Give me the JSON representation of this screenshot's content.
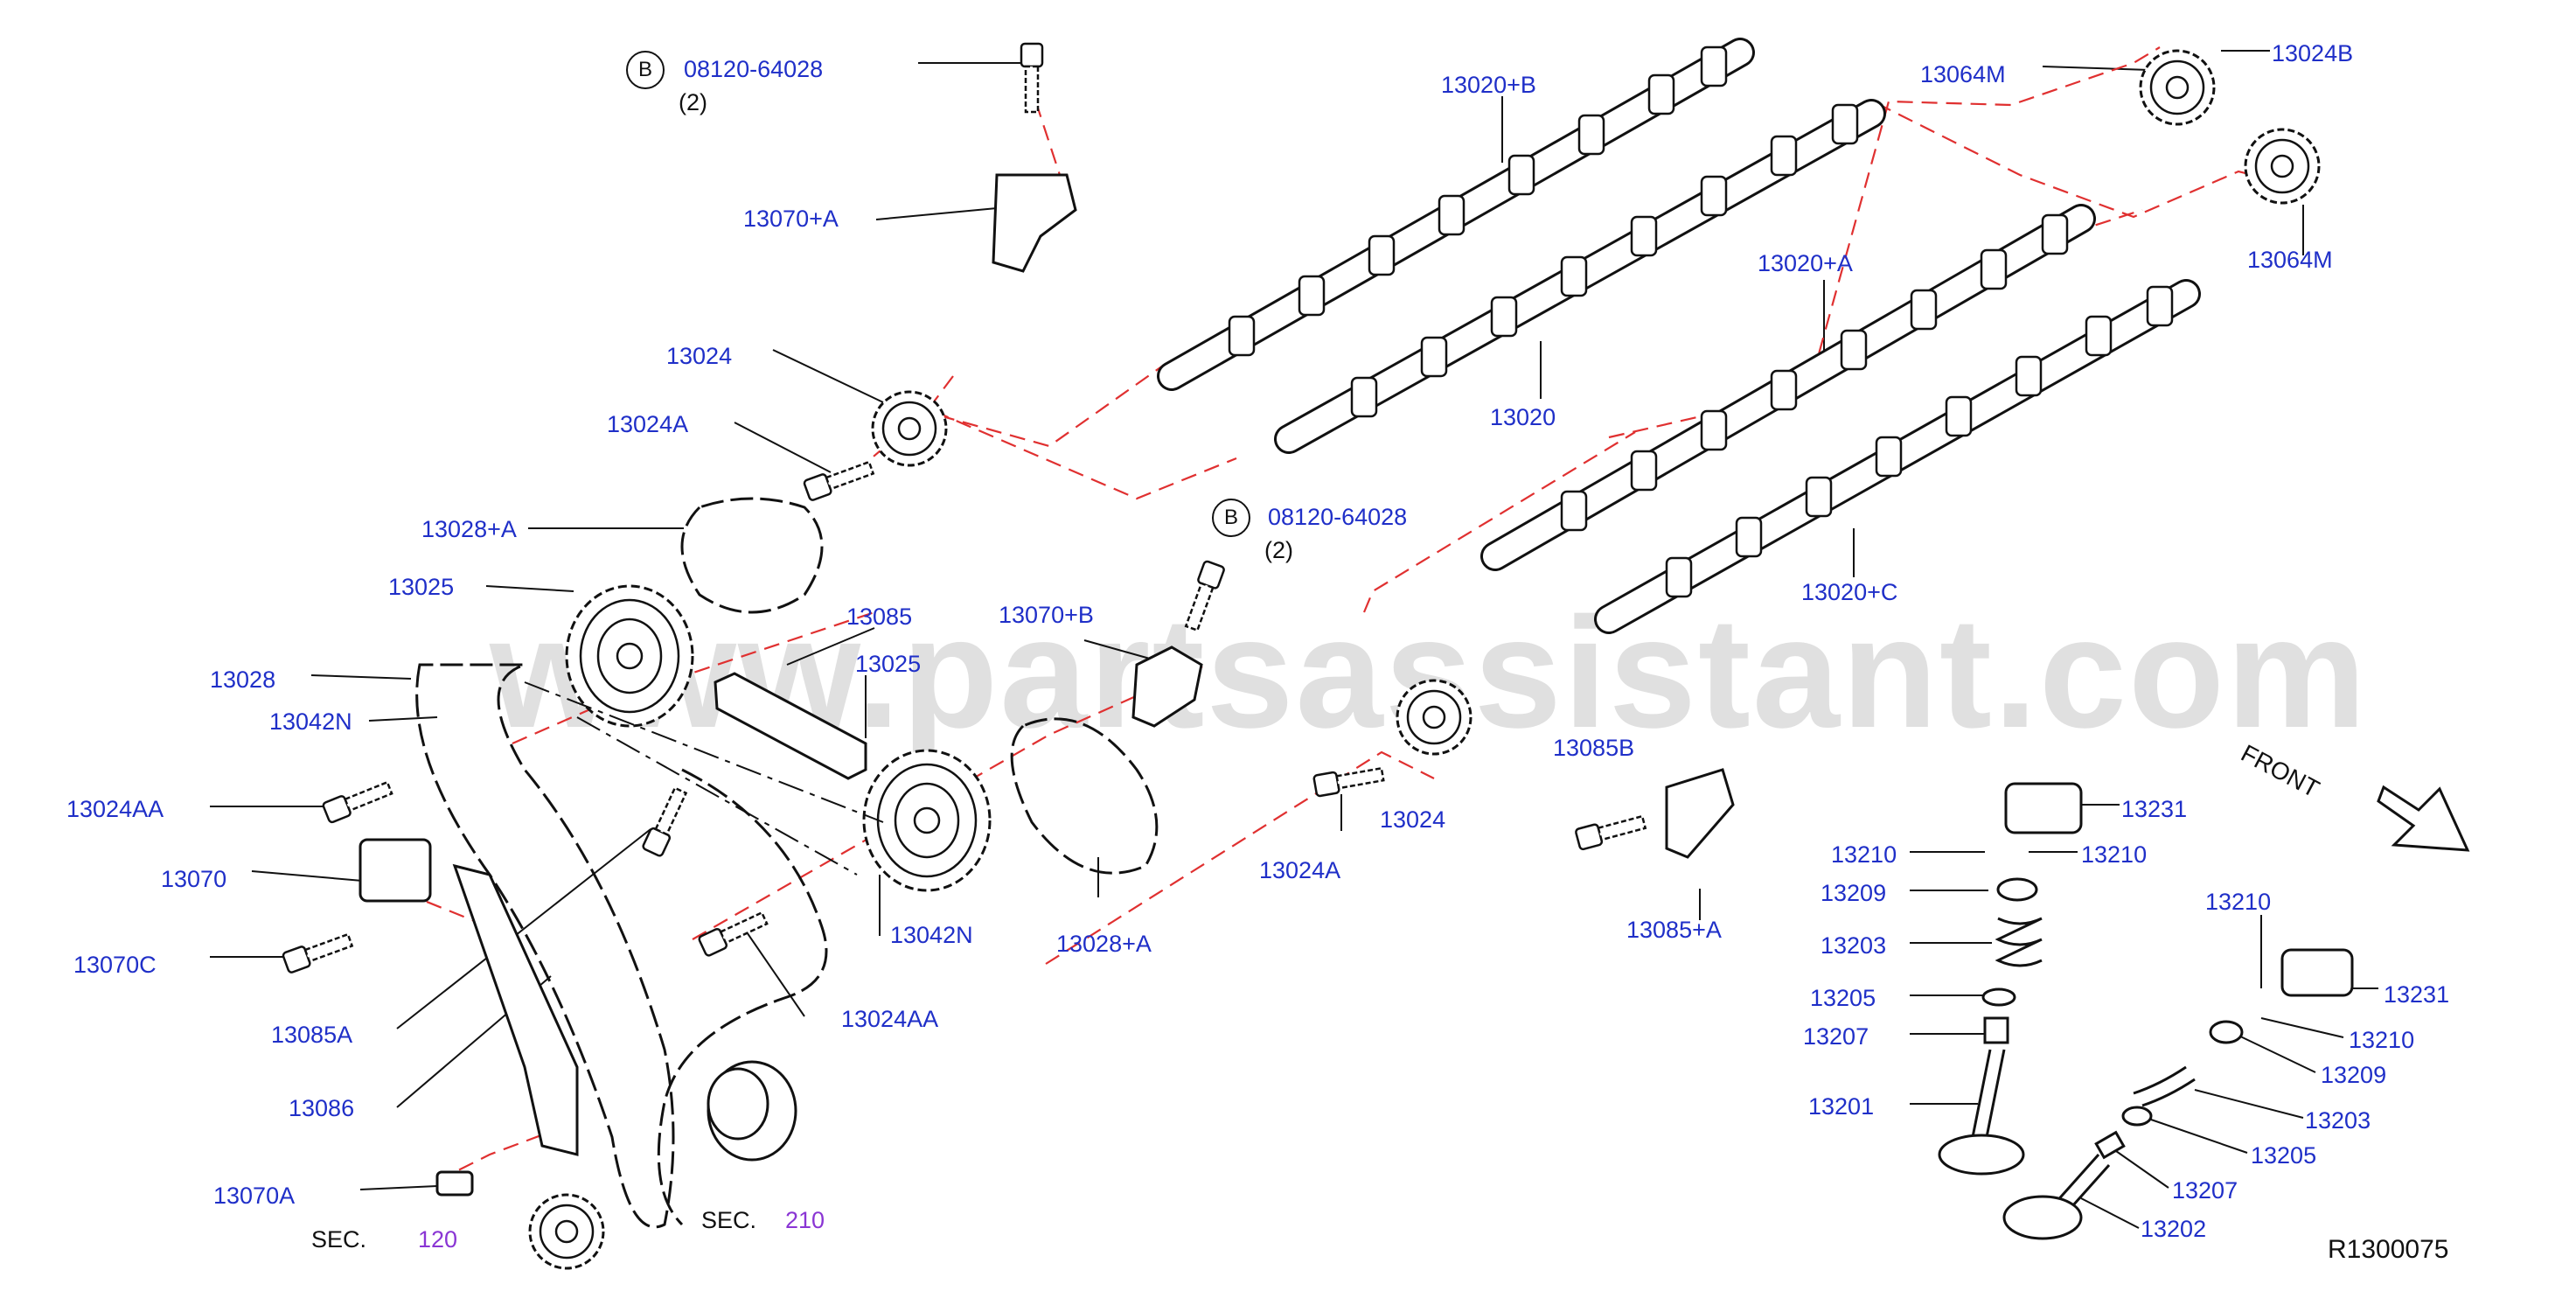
{
  "watermark": "www.partsassistant.com",
  "diagram_id": "R1300075",
  "front_label": "FRONT",
  "bolt_refs": [
    {
      "symbol": "B",
      "part": "08120-64028",
      "qty": "(2)"
    },
    {
      "symbol": "B",
      "part": "08120-64028",
      "qty": "(2)"
    }
  ],
  "sections": [
    {
      "prefix": "SEC.",
      "number": "120"
    },
    {
      "prefix": "SEC.",
      "number": "210"
    }
  ],
  "parts": [
    "13070+A",
    "13020+B",
    "13064M",
    "13024B",
    "13064M",
    "13020+A",
    "13020",
    "13024",
    "13024A",
    "13028+A",
    "13025",
    "13085",
    "13025",
    "13070+B",
    "13028",
    "13042N",
    "13024AA",
    "13070",
    "13070C",
    "13085A",
    "13086",
    "13070A",
    "13024AA",
    "13042N",
    "13028+A",
    "13024",
    "13024A",
    "13085B",
    "13085+A",
    "13020+C",
    "13231",
    "13210",
    "13210",
    "13209",
    "13203",
    "13205",
    "13207",
    "13201",
    "13210",
    "13231",
    "13210",
    "13209",
    "13203",
    "13205",
    "13207",
    "13202"
  ],
  "colors": {
    "label": "#1f2fc8",
    "section": "#8a35d4",
    "chain_line": "#e03030",
    "line": "#111111"
  }
}
